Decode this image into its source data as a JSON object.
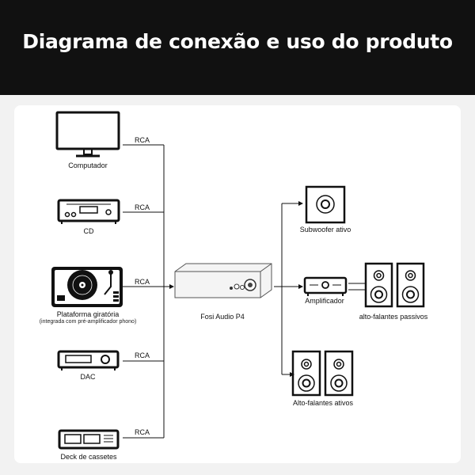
{
  "header": {
    "title": "Diagrama de conexão e uso do produto"
  },
  "sources": [
    {
      "label": "Computador",
      "cable": "RCA"
    },
    {
      "label": "CD",
      "cable": "RCA"
    },
    {
      "label": "Plataforma giratória",
      "sublabel": "(integrada com pré-amplificador phono)",
      "cable": "RCA"
    },
    {
      "label": "DAC",
      "cable": "RCA"
    },
    {
      "label": "Deck de cassetes",
      "cable": "RCA"
    }
  ],
  "center": {
    "label": "Fosi Audio P4"
  },
  "outputs": [
    {
      "label": "Subwoofer ativo"
    },
    {
      "label": "Amplificador",
      "speakers_label": "alto-falantes passivos"
    },
    {
      "label": "Alto-falantes ativos"
    }
  ]
}
